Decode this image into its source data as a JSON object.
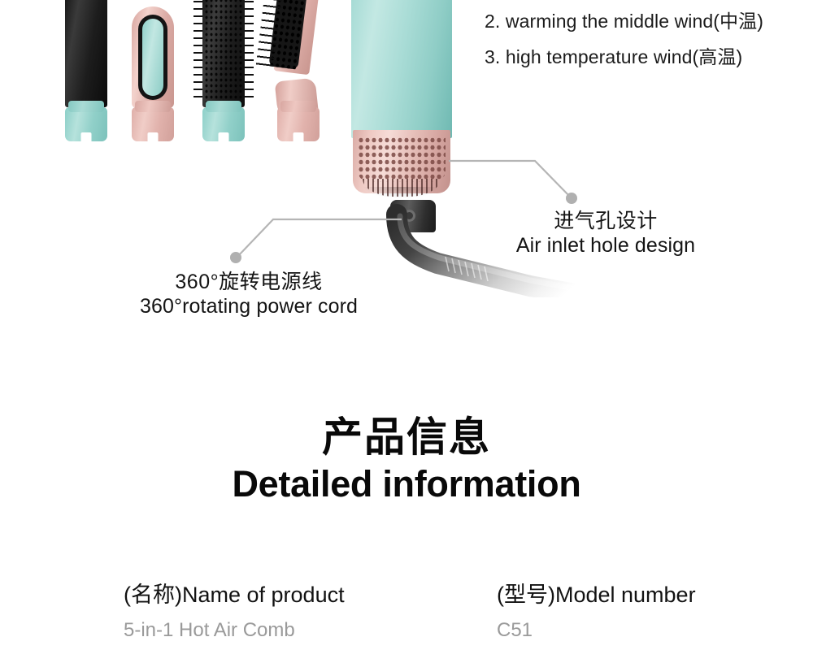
{
  "modes": {
    "items": [
      "2. warming the middle wind(中温)",
      "3. high temperature wind(高温)"
    ]
  },
  "callouts": [
    {
      "id": "air-inlet",
      "cn": "进气孔设计",
      "en": "Air inlet hole design"
    },
    {
      "id": "power-cord",
      "cn": "360°旋转电源线",
      "en": "360°rotating power cord"
    }
  ],
  "section": {
    "heading_cn": "产品信息",
    "heading_en": "Detailed information"
  },
  "specs": {
    "rows": [
      [
        {
          "label": "(名称)Name of product",
          "value": "5-in-1 Hot Air Comb"
        },
        {
          "label": "(型号)Model number",
          "value": "C51"
        }
      ]
    ]
  },
  "product": {
    "attachments": [
      "smooth-barrel-attachment",
      "oval-diffuser-attachment",
      "round-bristle-brush-attachment",
      "flat-paddle-brush-attachment"
    ],
    "colors": {
      "teal": "#a6dbd5",
      "pink": "#eec9c3",
      "black": "#161616",
      "cord_gray": "#3a3a3a",
      "leader_line": "#b5b5b5"
    }
  }
}
